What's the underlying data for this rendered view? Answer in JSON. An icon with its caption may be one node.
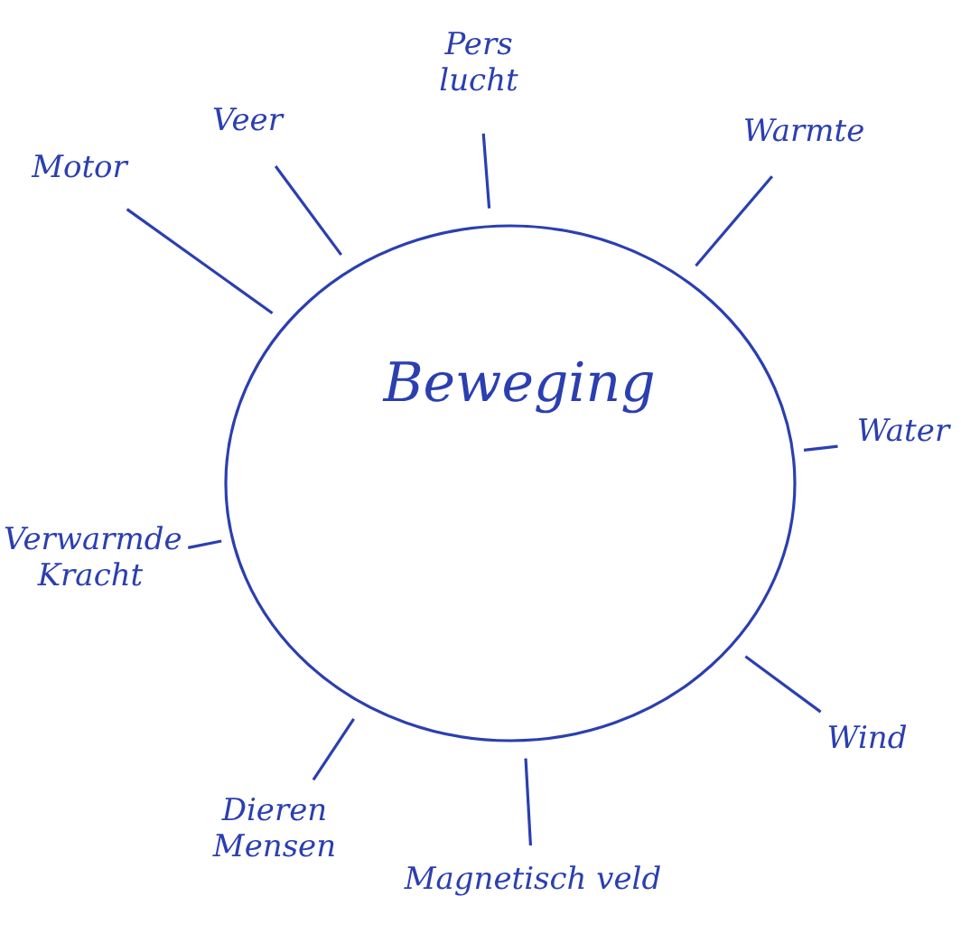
{
  "diagram": {
    "nodes": [
      {
        "text": [
          "Beweging"
        ]
      },
      {
        "text": [
          "Motor"
        ]
      },
      {
        "text": [
          "Veer"
        ]
      },
      {
        "text": [
          "Pers lucht"
        ]
      },
      {
        "text": [
          "Warmte"
        ]
      },
      {
        "text": [
          "Water"
        ]
      },
      {
        "text": [
          "Wind"
        ]
      },
      {
        "text": [
          "Magnetisch veld"
        ]
      },
      {
        "text": [
          "Dieren Mensen"
        ]
      },
      {
        "text": [
          "Verwarmde Kracht"
        ]
      }
    ],
    "edges": [
      {
        "from": 0,
        "to": 1,
        "arrow": "none"
      },
      {
        "from": 0,
        "to": 2,
        "arrow": "none"
      },
      {
        "from": 0,
        "to": 3,
        "arrow": "none"
      },
      {
        "from": 0,
        "to": 4,
        "arrow": "none"
      },
      {
        "from": 0,
        "to": 5,
        "arrow": "none"
      },
      {
        "from": 0,
        "to": 6,
        "arrow": "none"
      },
      {
        "from": 0,
        "to": 7,
        "arrow": "none"
      },
      {
        "from": 0,
        "to": 8,
        "arrow": "none"
      },
      {
        "from": 0,
        "to": 9,
        "arrow": "none"
      }
    ]
  }
}
